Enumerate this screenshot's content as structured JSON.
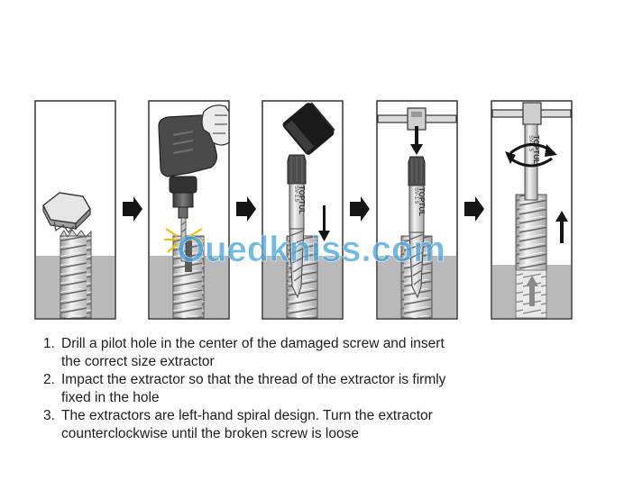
{
  "watermark": "Ouedkniss.com",
  "extractor_brand": "TOPTUL",
  "extractor_size": "SV-1.5",
  "instructions": [
    {
      "num": "1.",
      "line1": "Drill a pilot hole in the center of the damaged screw and insert",
      "line2": "the correct size extractor"
    },
    {
      "num": "2.",
      "line1": "Impact the extractor so that the thread of the extractor is firmly",
      "line2": "fixed in the hole"
    },
    {
      "num": "3.",
      "line1": "The extractors are left-hand spiral design. Turn the extractor",
      "line2": "counterclockwise until the broken screw is loose"
    }
  ],
  "colors": {
    "panel_border": "#333333",
    "material_fill": "#b9b9b9",
    "metal_light": "#efefef",
    "flow_arrow": "#151515",
    "watermark": "#4aa8e0",
    "watermark_accent": "#f2c200"
  }
}
